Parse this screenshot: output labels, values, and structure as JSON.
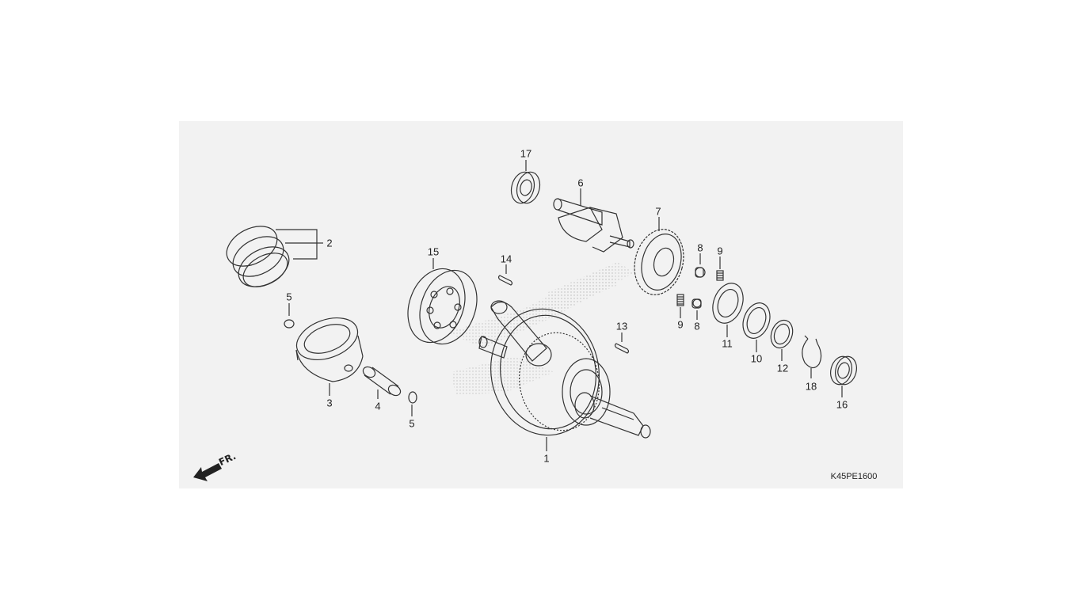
{
  "diagram": {
    "diagram_code": "K45PE1600",
    "front_indicator": "FR.",
    "callouts": {
      "c1": "1",
      "c2": "2",
      "c3": "3",
      "c4": "4",
      "c5a": "5",
      "c5b": "5",
      "c6": "6",
      "c7": "7",
      "c8a": "8",
      "c8b": "8",
      "c9a": "9",
      "c9b": "9",
      "c10": "10",
      "c11": "11",
      "c12": "12",
      "c13": "13",
      "c14": "14",
      "c15": "15",
      "c16": "16",
      "c17": "17",
      "c18": "18"
    },
    "colors": {
      "line": "#333333",
      "panel": "#f2f2f2",
      "watermark": "#c8c8c8"
    }
  }
}
